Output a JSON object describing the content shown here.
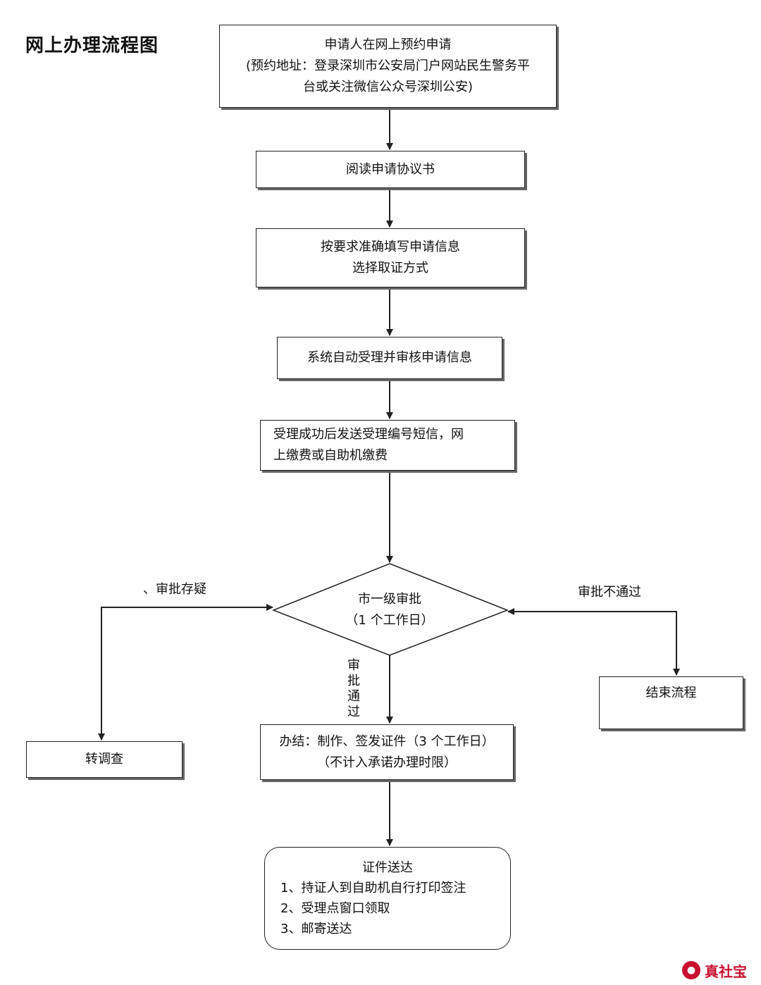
{
  "title": "网上办理流程图",
  "steps": {
    "step1": {
      "lines": [
        "申请人在网上预约申请",
        "(预约地址：登录深圳市公安局门户网站民生警务平",
        "台或关注微信公众号深圳公安)"
      ]
    },
    "step2": {
      "lines": [
        "阅读申请协议书"
      ]
    },
    "step3": {
      "lines": [
        "按要求准确填写申请信息",
        "选择取证方式"
      ]
    },
    "step4": {
      "lines": [
        "系统自动受理并审核申请信息"
      ]
    },
    "step5": {
      "lines": [
        "受理成功后发送受理编号短信，网",
        "上缴费或自助机缴费"
      ]
    },
    "decision": {
      "lines": [
        "市一级审批",
        "（1 个工作日）"
      ]
    },
    "step6": {
      "lines": [
        "办结：制作、签发证件（3 个工作日）",
        "（不计入承诺办理时限）"
      ]
    },
    "delivery": {
      "heading": "证件送达",
      "items": [
        "1、持证人到自助机自行打印签注",
        "2、受理点窗口领取",
        "3、邮寄送达"
      ]
    },
    "investigate": {
      "lines": [
        "转调查"
      ]
    },
    "end": {
      "lines": [
        "结束流程"
      ]
    }
  },
  "edge_labels": {
    "doubt": "、审批存疑",
    "reject": "审批不通过",
    "approve": [
      "审",
      "批",
      "通",
      "过"
    ]
  },
  "watermark": {
    "name": "真社宝"
  }
}
